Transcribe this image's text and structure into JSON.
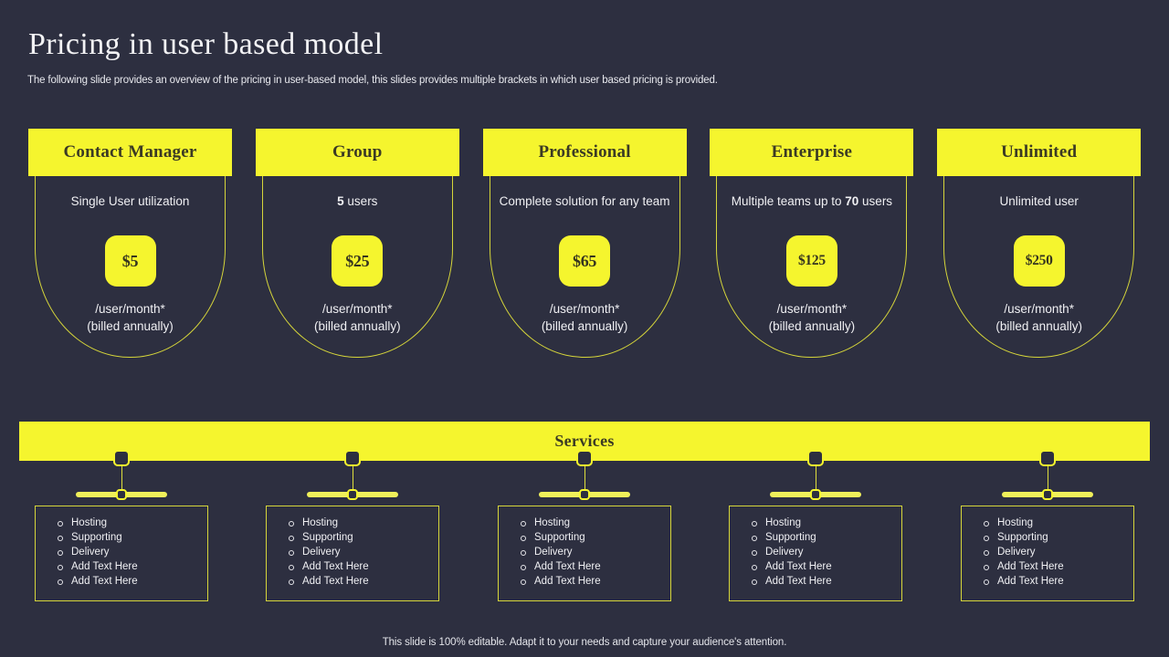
{
  "theme": {
    "background": "#2d2f40",
    "accent_yellow": "#f5f52e",
    "outline_yellow": "#d6d63a",
    "text_light": "#f0f0f3",
    "text_dark": "#3b3a24"
  },
  "header": {
    "title": "Pricing in user based model",
    "subtitle": "The following slide provides an overview of the pricing in user-based model, this slides provides multiple brackets in which user based pricing is provided."
  },
  "plans": [
    {
      "name": "Contact Manager",
      "desc_prefix": "Single User utilization",
      "desc_bold": "",
      "desc_suffix": "",
      "price": "$5",
      "note_line1": "/user/month*",
      "note_line2": "(billed annually)"
    },
    {
      "name": "Group",
      "desc_prefix": "",
      "desc_bold": "5",
      "desc_suffix": " users",
      "price": "$25",
      "note_line1": "/user/month*",
      "note_line2": "(billed annually)"
    },
    {
      "name": "Professional",
      "desc_prefix": "Complete solution for any team",
      "desc_bold": "",
      "desc_suffix": "",
      "price": "$65",
      "note_line1": "/user/month*",
      "note_line2": "(billed annually)"
    },
    {
      "name": "Enterprise",
      "desc_prefix": "Multiple teams up to ",
      "desc_bold": "70",
      "desc_suffix": " users",
      "price": "$125",
      "note_line1": "/user/month*",
      "note_line2": "(billed annually)"
    },
    {
      "name": "Unlimited",
      "desc_prefix": "Unlimited user",
      "desc_bold": "",
      "desc_suffix": "",
      "price": "$250",
      "note_line1": "/user/month*",
      "note_line2": "(billed annually)"
    }
  ],
  "services": {
    "bar_label": "Services",
    "columns": [
      {
        "items": [
          "Hosting",
          "Supporting",
          "Delivery",
          "Add Text Here",
          "Add Text Here"
        ]
      },
      {
        "items": [
          "Hosting",
          "Supporting",
          "Delivery",
          "Add Text Here",
          "Add Text Here"
        ]
      },
      {
        "items": [
          "Hosting",
          "Supporting",
          "Delivery",
          "Add Text Here",
          "Add Text Here"
        ]
      },
      {
        "items": [
          "Hosting",
          "Supporting",
          "Delivery",
          "Add Text Here",
          "Add Text Here"
        ]
      },
      {
        "items": [
          "Hosting",
          "Supporting",
          "Delivery",
          "Add Text Here",
          "Add Text Here"
        ]
      }
    ]
  },
  "footer": {
    "note": "This slide is 100% editable. Adapt it to your needs and capture your audience's attention."
  }
}
